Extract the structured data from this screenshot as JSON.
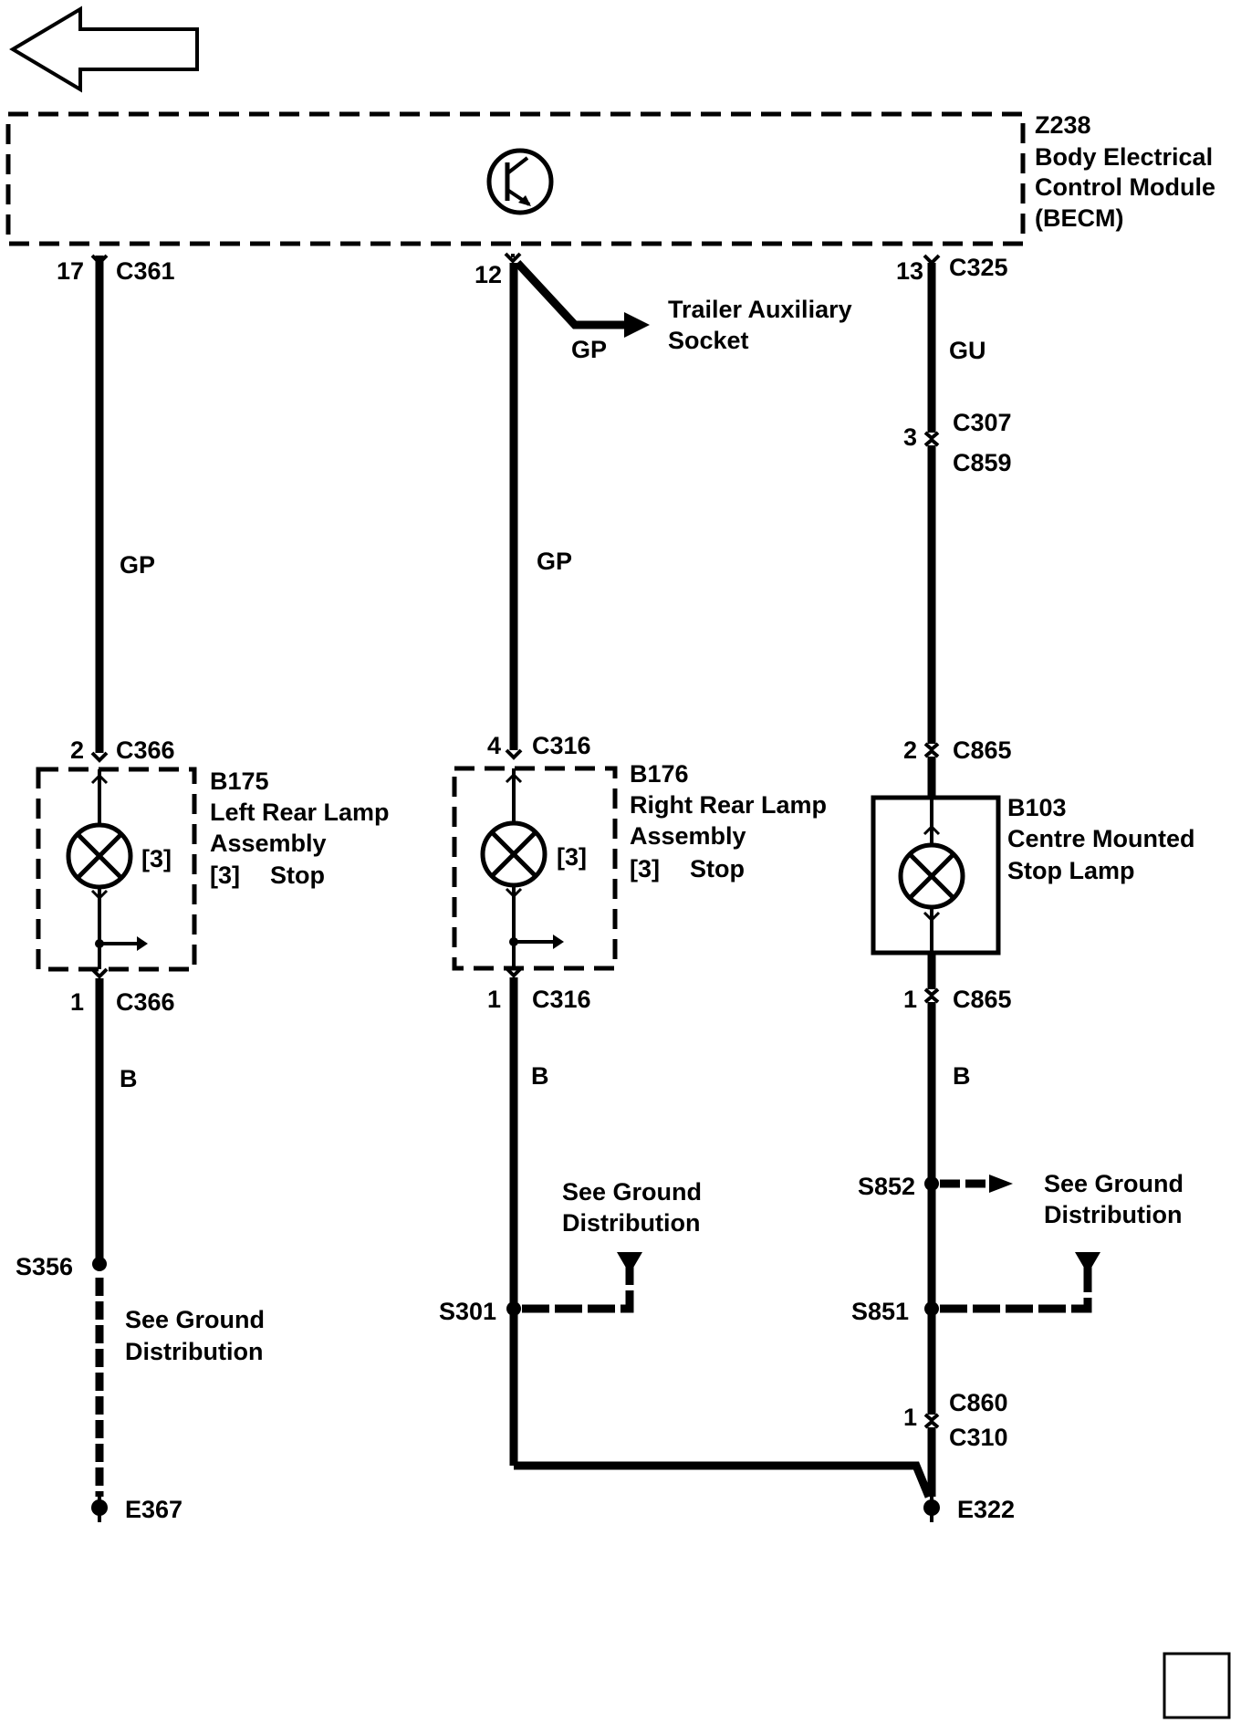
{
  "nav": {
    "back_arrow": "back-arrow-icon"
  },
  "module": {
    "id": "Z238",
    "name_line1": "Body Electrical",
    "name_line2": "Control Module",
    "name_line3": "(BECM)",
    "icon": "transistor-icon"
  },
  "circuit_left": {
    "module_pin": "17",
    "module_connector": "C361",
    "wire_color_top": "GP",
    "lamp_pin_top": "2",
    "lamp_connector_top": "C366",
    "component_id": "B175",
    "component_line1": "Left Rear Lamp",
    "component_line2": "Assembly",
    "function_ref": "[3]",
    "function_name": "Stop",
    "bulb_ref": "[3]",
    "lamp_pin_bottom": "1",
    "lamp_connector_bottom": "C366",
    "wire_color_bottom": "B",
    "splice": "S356",
    "splice_note_line1": "See Ground",
    "splice_note_line2": "Distribution",
    "ground": "E367"
  },
  "circuit_middle": {
    "module_pin": "12",
    "branch_wire_color": "GP",
    "branch_dest_line1": "Trailer Auxiliary",
    "branch_dest_line2": "Socket",
    "wire_color_top": "GP",
    "lamp_pin_top": "4",
    "lamp_connector_top": "C316",
    "component_id": "B176",
    "component_line1": "Right Rear Lamp",
    "component_line2": "Assembly",
    "function_ref": "[3]",
    "function_name": "Stop",
    "bulb_ref": "[3]",
    "lamp_pin_bottom": "1",
    "lamp_connector_bottom": "C316",
    "wire_color_bottom": "B",
    "splice": "S301",
    "splice_note_line1": "See Ground",
    "splice_note_line2": "Distribution"
  },
  "circuit_right": {
    "module_pin": "13",
    "module_connector": "C325",
    "wire_color_top": "GU",
    "inline_pin": "3",
    "inline_connector_a": "C307",
    "inline_connector_b": "C859",
    "lamp_pin_top": "2",
    "lamp_connector_top": "C865",
    "component_id": "B103",
    "component_line1": "Centre Mounted",
    "component_line2": "Stop Lamp",
    "lamp_pin_bottom": "1",
    "lamp_connector_bottom": "C865",
    "wire_color_bottom": "B",
    "splice_upper": "S852",
    "splice_upper_note_line1": "See Ground",
    "splice_upper_note_line2": "Distribution",
    "splice_lower": "S851",
    "lower_pin": "1",
    "lower_connector_a": "C860",
    "lower_connector_b": "C310",
    "ground": "E322"
  },
  "corner_box": "page-corner-box"
}
